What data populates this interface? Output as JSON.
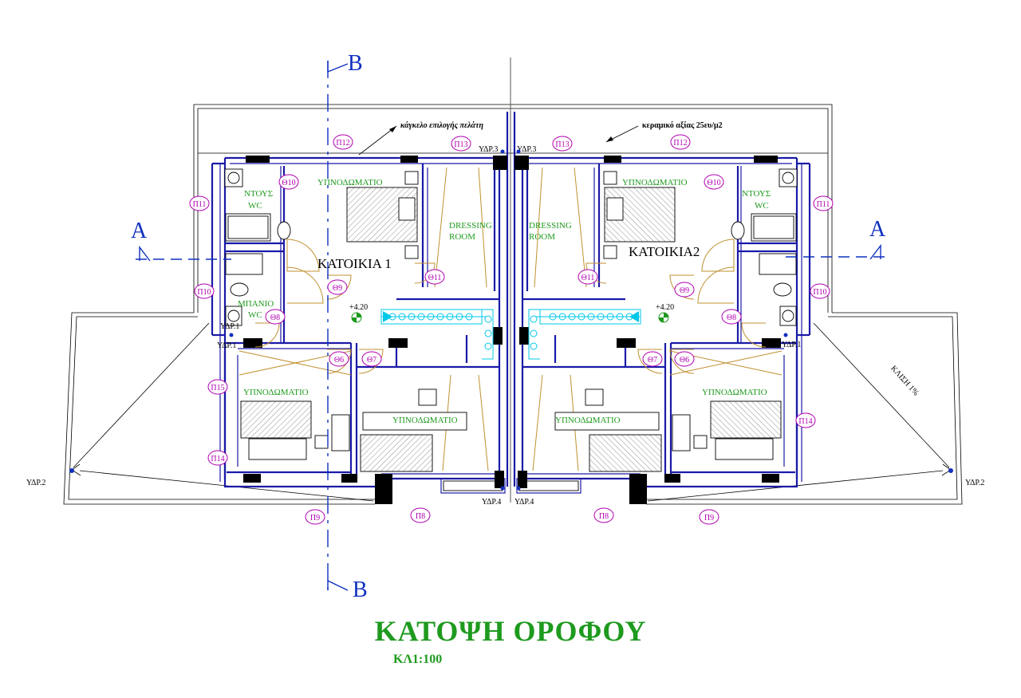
{
  "title": "ΚΑΤΟΨΗ ΟΡΟΦΟΥ",
  "scale": "ΚΛ1:100",
  "notes": {
    "railing": "κάγκελο επιλογής πελάτη",
    "ceramic": "κεραμικό αξίας 25ευ/μ2",
    "slope": "ΚΛΙΣΗ 1%"
  },
  "sections": {
    "a": "A",
    "b": "B"
  },
  "units": {
    "left": "ΚΑΤΟΙΚΙΑ 1",
    "right": "ΚΑΤΟΙΚΙΑ2"
  },
  "level": "+4.20",
  "rooms": {
    "bedroom": "ΥΠΝΟΔΩΜΑΤΙΟ",
    "shower": "ΝΤΟΥΣ",
    "wc": "WC",
    "bath": "ΜΠΑΝΙΟ",
    "dressing1": "DRESSING",
    "dressing2": "ROOM"
  },
  "drains": {
    "d1": "ΥΔΡ.1",
    "d2": "ΥΔΡ.2",
    "d3": "ΥΔΡ.3",
    "d4": "ΥΔΡ.4"
  },
  "tags": {
    "p8": "Π8",
    "p9": "Π9",
    "p10": "Π10",
    "p11": "Π11",
    "p12": "Π12",
    "p13": "Π13",
    "p14": "Π14",
    "p15": "Π15",
    "t6": "Θ6",
    "t7": "Θ7",
    "t8": "Θ8",
    "t9": "Θ9",
    "t10": "Θ10",
    "t11": "Θ11"
  },
  "colors": {
    "green": "#1e9a1e",
    "magenta": "#b000b0",
    "wall_blue": "#1a1aa8",
    "section_blue": "#1030c0",
    "stair_cyan": "#00c8e8",
    "door_gold": "#c09030"
  }
}
